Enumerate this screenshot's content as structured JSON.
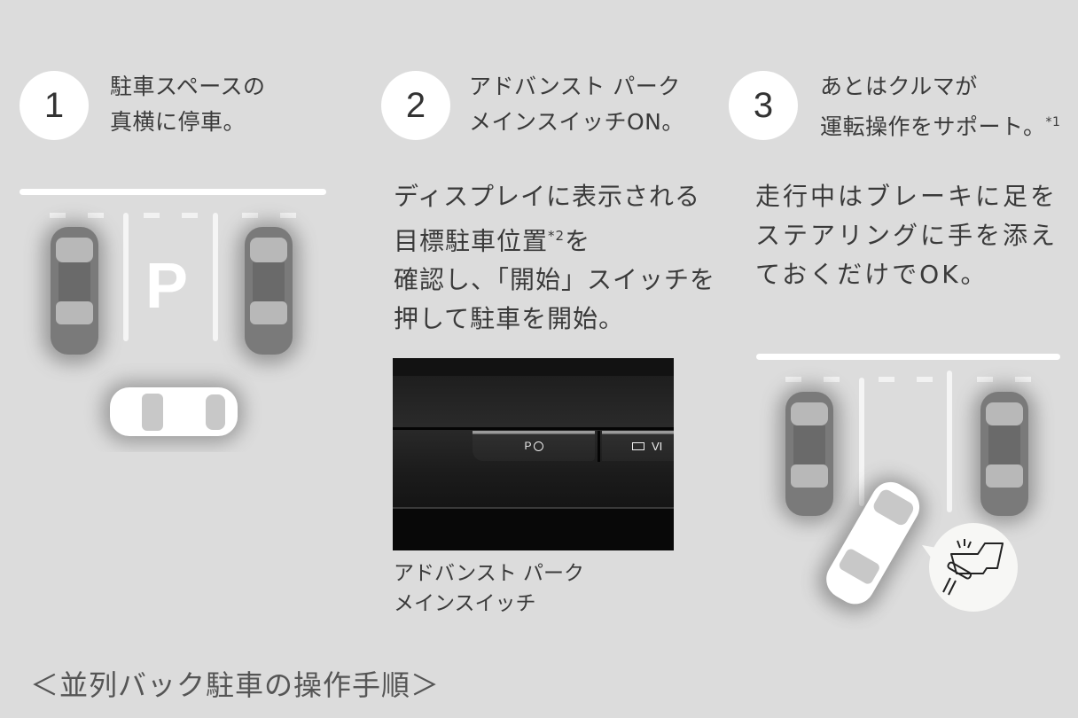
{
  "steps": [
    {
      "number": "1",
      "title_line1": "駐車スペースの",
      "title_line2": "真横に停車。",
      "illustration": {
        "parking_sign": "P"
      }
    },
    {
      "number": "2",
      "title_line1": "アドバンスト パーク",
      "title_line2": "メインスイッチON。",
      "desc_line1": "ディスプレイに表示される",
      "desc_line2_pre": "目標駐車位置",
      "desc_line2_sup": "*2",
      "desc_line2_post": "を",
      "desc_line3": "確認し、「開始」スイッチを",
      "desc_line4": "押して駐車を開始。",
      "photo": {
        "button_left_label": "P",
        "button_right_label": "VI"
      },
      "caption_line1": "アドバンスト パーク",
      "caption_line2": "メインスイッチ"
    },
    {
      "number": "3",
      "title_line1": "あとはクルマが",
      "title_line2_pre": "運転操作をサポート。",
      "title_line2_sup": "*1",
      "desc_line1": "走行中はブレーキに足を",
      "desc_line2": "ステアリングに手を添え",
      "desc_line3": "ておくだけでOK。"
    }
  ],
  "footer": {
    "caption": "＜並列バック駐車の操作手順＞"
  },
  "colors": {
    "background": "#dcdcdc",
    "text": "#3a3a3a",
    "circle": "#ffffff",
    "parked_car": "#7a7a7a"
  }
}
